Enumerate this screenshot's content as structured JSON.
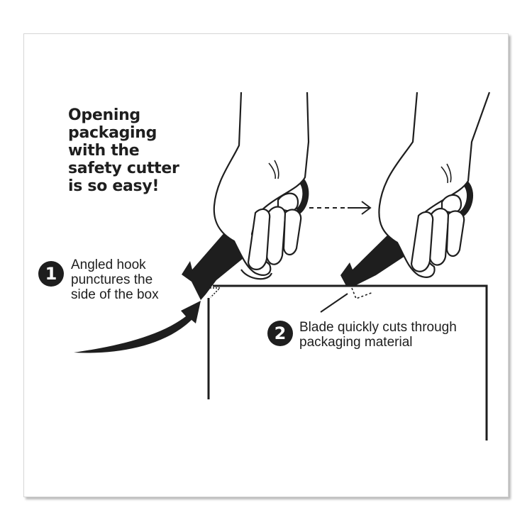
{
  "headline": {
    "lines": [
      "Opening",
      "packaging",
      "with the",
      "safety cutter",
      "is so easy!"
    ]
  },
  "steps": [
    {
      "number": "1",
      "lines": [
        "Angled hook",
        "punctures the",
        "side of the box"
      ]
    },
    {
      "number": "2",
      "lines": [
        "Blade quickly cuts through",
        "packaging material"
      ]
    }
  ],
  "colors": {
    "ink": "#1e1e1e",
    "background": "#ffffff",
    "frame_border": "#d6d6d6"
  },
  "illustration": {
    "elements": [
      "hand-holding-cutter-left",
      "hand-holding-cutter-right",
      "cardboard-box",
      "dashed-motion-arrow",
      "curved-puncture-arrow",
      "cut-line-dashes"
    ]
  }
}
